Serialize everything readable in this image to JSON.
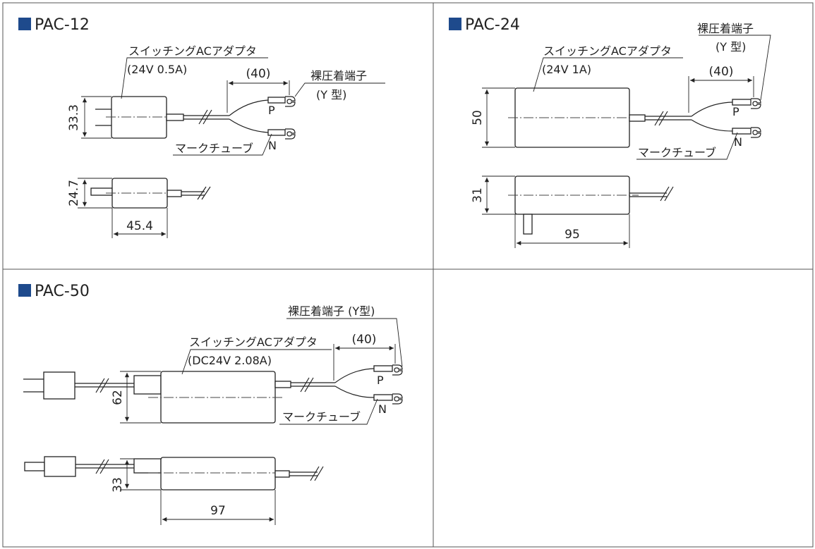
{
  "panels": {
    "pac12": {
      "title": "PAC-12",
      "adapter_label": "スイッチングACアダプタ",
      "rating": "(24V 0.5A)",
      "lead_length": "(40)",
      "terminal_label": "裸圧着端子",
      "terminal_type": "(Y 型)",
      "tube_label": "マークチューブ",
      "pos_mark": "P",
      "neg_mark": "N",
      "height": "33.3",
      "depth": "24.7",
      "width": "45.4"
    },
    "pac24": {
      "title": "PAC-24",
      "adapter_label": "スイッチングACアダプタ",
      "rating": "(24V 1A)",
      "lead_length": "(40)",
      "terminal_label": "裸圧着端子",
      "terminal_type": "(Y 型)",
      "tube_label": "マークチューブ",
      "pos_mark": "P",
      "neg_mark": "N",
      "height": "50",
      "depth": "31",
      "width": "95"
    },
    "pac50": {
      "title": "PAC-50",
      "adapter_label": "スイッチングACアダプタ",
      "rating": "(DC24V 2.08A)",
      "lead_length": "(40)",
      "terminal_label": "裸圧着端子 (Y型)",
      "tube_label": "マークチューブ",
      "pos_mark": "P",
      "neg_mark": "N",
      "height": "62",
      "depth": "33",
      "width": "97"
    }
  },
  "colors": {
    "title_marker": "#1e4a8c",
    "line": "#222222",
    "frame": "#555555"
  }
}
